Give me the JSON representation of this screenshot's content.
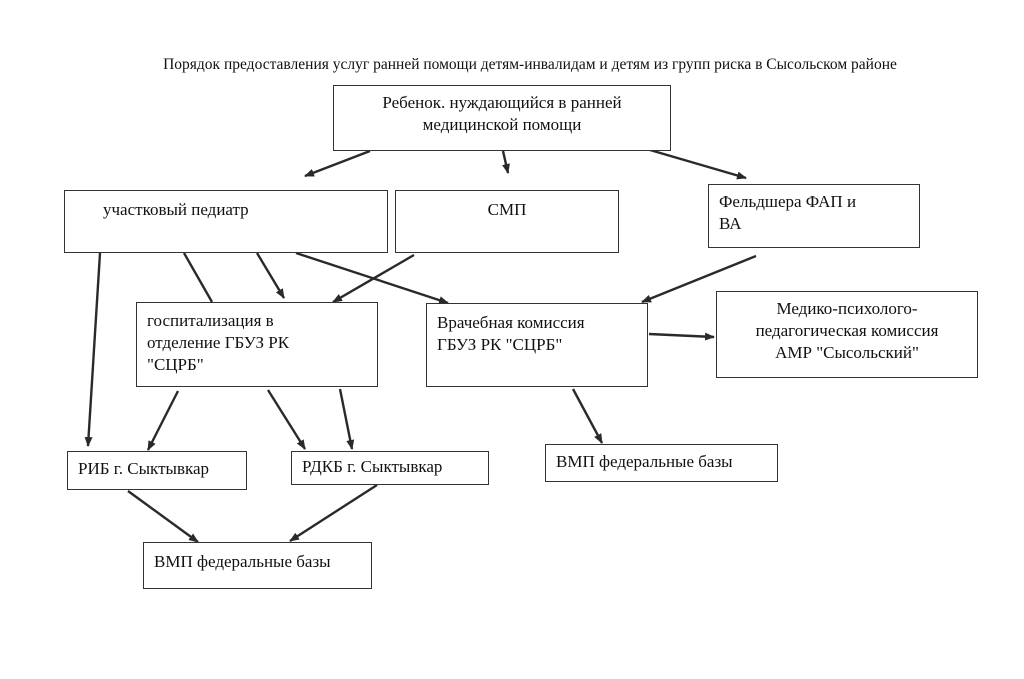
{
  "title": "Порядок предоставления услуг ранней помощи детям-инвалидам и детям из групп риска в Сысольском районе",
  "nodes": {
    "child": [
      "Ребенок. нуждающийся в ранней",
      "медицинской помощи"
    ],
    "pediatrician": [
      "участковый педиатр"
    ],
    "smp": [
      "СМП"
    ],
    "feldsher": [
      "Фельдшера ФАП и",
      "ВА"
    ],
    "hospitalization": [
      "госпитализация в",
      "отделение ГБУЗ РК",
      "\"СЦРБ\""
    ],
    "medical_commission": [
      "Врачебная комиссия",
      "ГБУЗ РК \"СЦРБ\""
    ],
    "pmpk": [
      "Медико-психолого-",
      "педагогическая комиссия",
      "АМР \"Сысольский\""
    ],
    "rib": [
      "РИБ г. Сыктывкар"
    ],
    "rdkb": [
      "РДКБ г. Сыктывкар"
    ],
    "vmp_left": [
      "ВМП федеральные базы"
    ],
    "vmp_right": [
      "ВМП федеральные базы"
    ]
  },
  "edges": [
    {
      "from": "child",
      "to": "pediatrician"
    },
    {
      "from": "child",
      "to": "smp"
    },
    {
      "from": "child",
      "to": "feldsher"
    },
    {
      "from": "pediatrician",
      "to": "rib"
    },
    {
      "from": "pediatrician",
      "to": "hospitalization"
    },
    {
      "from": "pediatrician",
      "to": "hospitalization"
    },
    {
      "from": "pediatrician",
      "to": "medical_commission"
    },
    {
      "from": "smp",
      "to": "hospitalization"
    },
    {
      "from": "feldsher",
      "to": "medical_commission"
    },
    {
      "from": "hospitalization",
      "to": "rib"
    },
    {
      "from": "hospitalization",
      "to": "rdkb"
    },
    {
      "from": "hospitalization",
      "to": "rdkb"
    },
    {
      "from": "medical_commission",
      "to": "pmpk"
    },
    {
      "from": "medical_commission",
      "to": "vmp_right"
    },
    {
      "from": "rib",
      "to": "vmp_left"
    },
    {
      "from": "rdkb",
      "to": "vmp_left"
    }
  ]
}
